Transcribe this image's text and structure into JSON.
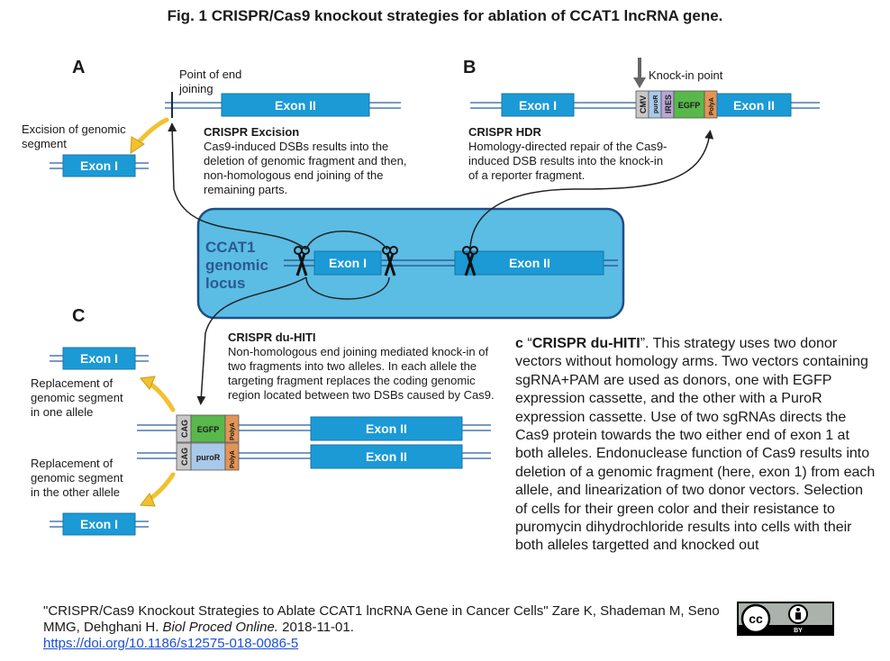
{
  "title": "Fig. 1 CRISPR/Cas9 knockout strategies for ablation of CCAT1 lncRNA gene.",
  "panels": {
    "a": {
      "letter": "A",
      "end_joining_label": "Point of end\njoining",
      "excision_label": "Excision of genomic\nsegment",
      "heading": "CRISPR Excision",
      "body": "Cas9-induced DSBs results into the\ndeletion of genomic fragment and then,\nnon-homologous end joining of the\nremaining parts."
    },
    "b": {
      "letter": "B",
      "knockin_label": "Knock-in point",
      "heading": "CRISPR HDR",
      "body": "Homology-directed repair of the Cas9-\ninduced DSB results into the knock-in\nof a reporter fragment."
    },
    "c": {
      "letter": "C",
      "heading": "CRISPR du-HITI",
      "body": "Non-homologous end joining mediated knock-in of\ntwo fragments into two alleles. In each allele the\ntargeting fragment replaces the coding genomic\nregion located between two DSBs caused by Cas9.",
      "replace_one": "Replacement of\ngenomic segment\nin one allele",
      "replace_other": "Replacement of\ngenomic segment\nin the other allele"
    }
  },
  "locus": {
    "label": "CCAT1\ngenomic\nlocus"
  },
  "elements": {
    "exon1": "Exon I",
    "exon2": "Exon II",
    "cmv": "CMV",
    "puror_small": "puroR",
    "ires": "IRES",
    "egfp": "EGFP",
    "polya": "PolyA",
    "cag": "CAG",
    "puror": "puroR"
  },
  "description": {
    "prefix": "c",
    "open_quote": " “",
    "strong": "CRISPR du-HITI",
    "rest": "”. This strategy uses two donor vectors without homology arms. Two vectors containing sgRNA+PAM are used as donors, one with EGFP expression cassette, and the other with a PuroR expression cassette. Use of two sgRNAs directs the Cas9 protein towards the two either end of exon 1 at both alleles. Endonuclease function of Cas9 results into deletion of a genomic fragment (here, exon 1) from each allele, and linearization of two donor vectors. Selection of cells for their green color and their resistance to puromycin dihydrochloride results into cells with their both alleles targetted and knocked out"
  },
  "citation": {
    "text_plain": "\"CRISPR/Cas9 Knockout Strategies to Ablate CCAT1 lncRNA Gene in Cancer Cells\" Zare K, Shademan M, Seno MMG, Dehghani H. ",
    "journal": "Biol Proced Online.",
    "date": " 2018-11-01.",
    "url": "https://doi.org/10.1186/s12575-018-0086-5"
  },
  "license": {
    "cc": "cc",
    "by": "BY"
  },
  "colors": {
    "exon_fill": "#1b9ad6",
    "locus_bg": "#5bbce4",
    "line": "#4a78b0",
    "egfp": "#59b84b",
    "polya": "#e39455",
    "cag": "#c8c8c8",
    "puror": "#a9c9ea",
    "ires": "#b9a6d6",
    "arrow_yellow": "#f2c12e"
  }
}
